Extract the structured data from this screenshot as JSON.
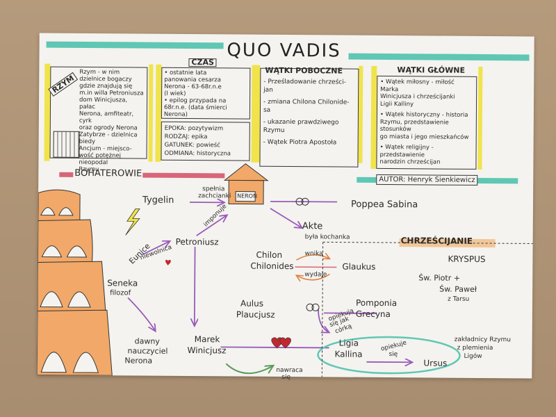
{
  "title": "QUO VADIS",
  "boxes": {
    "rzym": {
      "header": "RZYM",
      "lines": [
        "Rzym - w nim",
        "dzielnice bogaczy",
        "gdzie znajdują się",
        "m.in willa Petroniusza",
        "dom Winicjusza, pałac",
        "Nerona, amfiteatr, cyrk",
        "oraz ogrody Nerona",
        "Zatybrze - dzielnica biedy",
        "Ancjum - miejsco-",
        "wość potężnej",
        "nieopodal",
        "Rzymu"
      ]
    },
    "czas": {
      "header": "CZAS",
      "lines_top": [
        "• ostatnie lata",
        "panowania cesarza",
        "Nerona - 63-68r.n.e",
        "(I wiek)",
        "• epilog przypada na",
        "68r.n.e. (data śmierci",
        "Nerona)"
      ],
      "lines_bottom": [
        "EPOKA: pozytywizm",
        "RODZAJ: epika",
        "GATUNEK: powieść",
        "ODMIANA: historyczna"
      ]
    },
    "poboczne": {
      "header": "WĄTKI POBOCZNE",
      "items": [
        "- Prześladowanie chrześci-",
        "jan",
        "- zmiana Chilona Chilonide-",
        "sa",
        "- ukazanie prawdziwego",
        "Rzymu",
        "- Wątek Piotra Apostoła"
      ]
    },
    "glowne": {
      "header": "WĄTKI GŁÓWNE",
      "items": [
        "• Wątek miłosny - miłość Marka",
        "Winicjusza i chrześcijanki",
        "Ligii Kalliny",
        "• Wątek historyczny - historia",
        "Rzymu, przedstawienie stosunków",
        "go miasta i jego mieszkańców",
        "• Wątek religijny - przedstawienie",
        "narodzin chrześcijan"
      ]
    }
  },
  "labels": {
    "bohaterowie": "BOHATEROWIE",
    "autor": "AUTOR: Henryk Sienkiewicz",
    "chrzescijanie": "CHRZEŚCIJANIE",
    "neron": "NERON",
    "tygelin": "Tygelin",
    "spelnia": "spełnia",
    "zachcianki": "zachcianki",
    "poppea": "Poppea Sabina",
    "akte": "Akte",
    "akte_sub": "była kochanka",
    "imponuje": "imponuje",
    "eunice": "Eunice",
    "niewolnica": "niewolnica",
    "petroniusz": "Petroniusz",
    "chilon1": "Chilon",
    "chilon2": "Chilonides",
    "wnika": "wnika",
    "wydaje": "wydaje",
    "glaukus": "Glaukus",
    "kryspus": "KRYSPUS",
    "piotr": "Św. Piotr +",
    "pawel1": "Św. Paweł",
    "pawel2": "z Tarsu",
    "seneka1": "Seneka",
    "seneka2": "filozof",
    "aulus1": "Aulus",
    "aulus2": "Plaucjusz",
    "pomponia1": "Pomponia",
    "pomponia2": "Grecyna",
    "opiekuja": "opiekują",
    "sie_jak": "się jak",
    "corka": "córką",
    "dawny1": "dawny",
    "dawny2": "nauczyciel",
    "dawny3": "Nerona",
    "marek1": "Marek",
    "marek2": "Winicjusz",
    "ligia1": "Ligia",
    "ligia2": "Kallina",
    "opiekuje1": "opiekuje",
    "opiekuje2": "się",
    "ursus": "Ursus",
    "zakladnicy1": "zakładnicy Rzymu",
    "zakladnicy2": "z plemienia",
    "zakladnicy3": "Ligów",
    "nawraca1": "nawraca",
    "nawraca2": "się"
  },
  "colors": {
    "teal": "#5fc7b4",
    "yellow": "#f1e34b",
    "purple": "#9a5ab8",
    "pink": "#d9657a",
    "orange": "#f1a868",
    "red": "#c0282f",
    "green": "#5a9a5a"
  }
}
